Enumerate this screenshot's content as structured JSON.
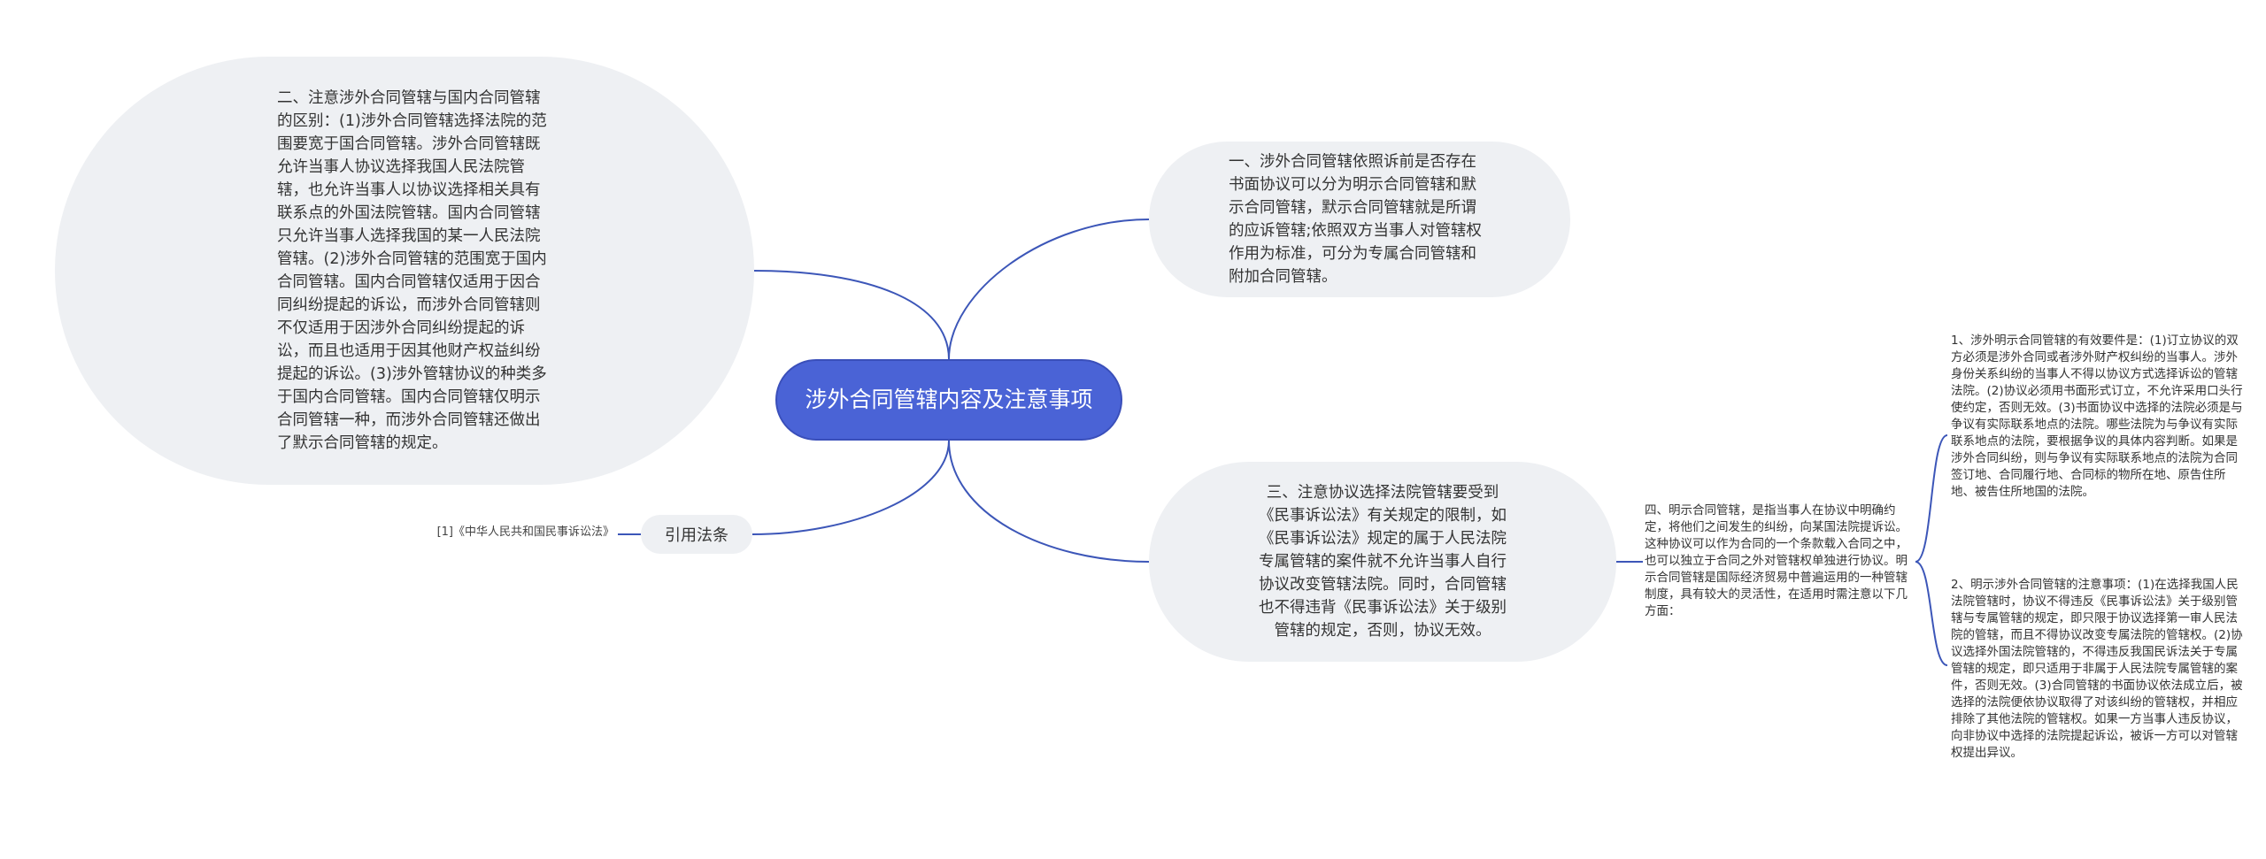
{
  "root": {
    "label": "涉外合同管辖内容及注意事项"
  },
  "branches": {
    "point1": "一、涉外合同管辖依照诉前是否存在书面协议可以分为明示合同管辖和默示合同管辖，默示合同管辖就是所谓的应诉管辖;依照双方当事人对管辖权作用为标准，可分为专属合同管辖和附加合同管辖。",
    "point2": "二、注意涉外合同管辖与国内合同管辖的区别：(1)涉外合同管辖选择法院的范围要宽于国合同管辖。涉外合同管辖既允许当事人协议选择我国人民法院管辖，也允许当事人以协议选择相关具有联系点的外国法院管辖。国内合同管辖只允许当事人选择我国的某一人民法院管辖。(2)涉外合同管辖的范围宽于国内合同管辖。国内合同管辖仅适用于因合同纠纷提起的诉讼，而涉外合同管辖则不仅适用于因涉外合同纠纷提起的诉讼，而且也适用于因其他财产权益纠纷提起的诉讼。(3)涉外管辖协议的种类多于国内合同管辖。国内合同管辖仅明示合同管辖一种，而涉外合同管辖还做出了默示合同管辖的规定。",
    "point3": "三、注意协议选择法院管辖要受到《民事诉讼法》有关规定的限制，如《民事诉讼法》规定的属于人民法院专属管辖的案件就不允许当事人自行协议改变管辖法院。同时，合同管辖也不得违背《民事诉讼法》关于级别管辖的规定，否则，协议无效。",
    "point4": "四、明示合同管辖，是指当事人在协议中明确约定，将他们之间发生的纠纷，向某国法院提诉讼。这种协议可以作为合同的一个条款载入合同之中，也可以独立于合同之外对管辖权单独进行协议。明示合同管辖是国际经济贸易中普遍运用的一种管辖制度，具有较大的灵活性，在适用时需注意以下几方面：",
    "sub1": "1、涉外明示合同管辖的有效要件是：(1)订立协议的双方必须是涉外合同或者涉外财产权纠纷的当事人。涉外身份关系纠纷的当事人不得以协议方式选择诉讼的管辖法院。(2)协议必须用书面形式订立，不允许采用口头行使约定，否则无效。(3)书面协议中选择的法院必须是与争议有实际联系地点的法院。哪些法院为与争议有实际联系地点的法院，要根据争议的具体内容判断。如果是涉外合同纠纷，则与争议有实际联系地点的法院为合同签订地、合同履行地、合同标的物所在地、原告住所地、被告住所地国的法院。",
    "sub2": "2、明示涉外合同管辖的注意事项：(1)在选择我国人民法院管辖时，协议不得违反《民事诉讼法》关于级别管辖与专属管辖的规定，即只限于协议选择第一审人民法院的管辖，而且不得协议改变专属法院的管辖权。(2)协议选择外国法院管辖的，不得违反我国民诉法关于专属管辖的规定，即只适用于非属于人民法院专属管辖的案件，否则无效。(3)合同管辖的书面协议依法成立后，被选择的法院便依协议取得了对该纠纷的管辖权，并相应排除了其他法院的管辖权。如果一方当事人违反协议，向非协议中选择的法院提起诉讼，被诉一方可以对管辖权提出异议。",
    "reference": "引用法条",
    "reference_item": "[1]《中华人民共和国民事诉讼法》"
  },
  "colors": {
    "root_fill": "#4a63d6",
    "link": "#3c56b8",
    "bubble": "#eef0f3"
  }
}
